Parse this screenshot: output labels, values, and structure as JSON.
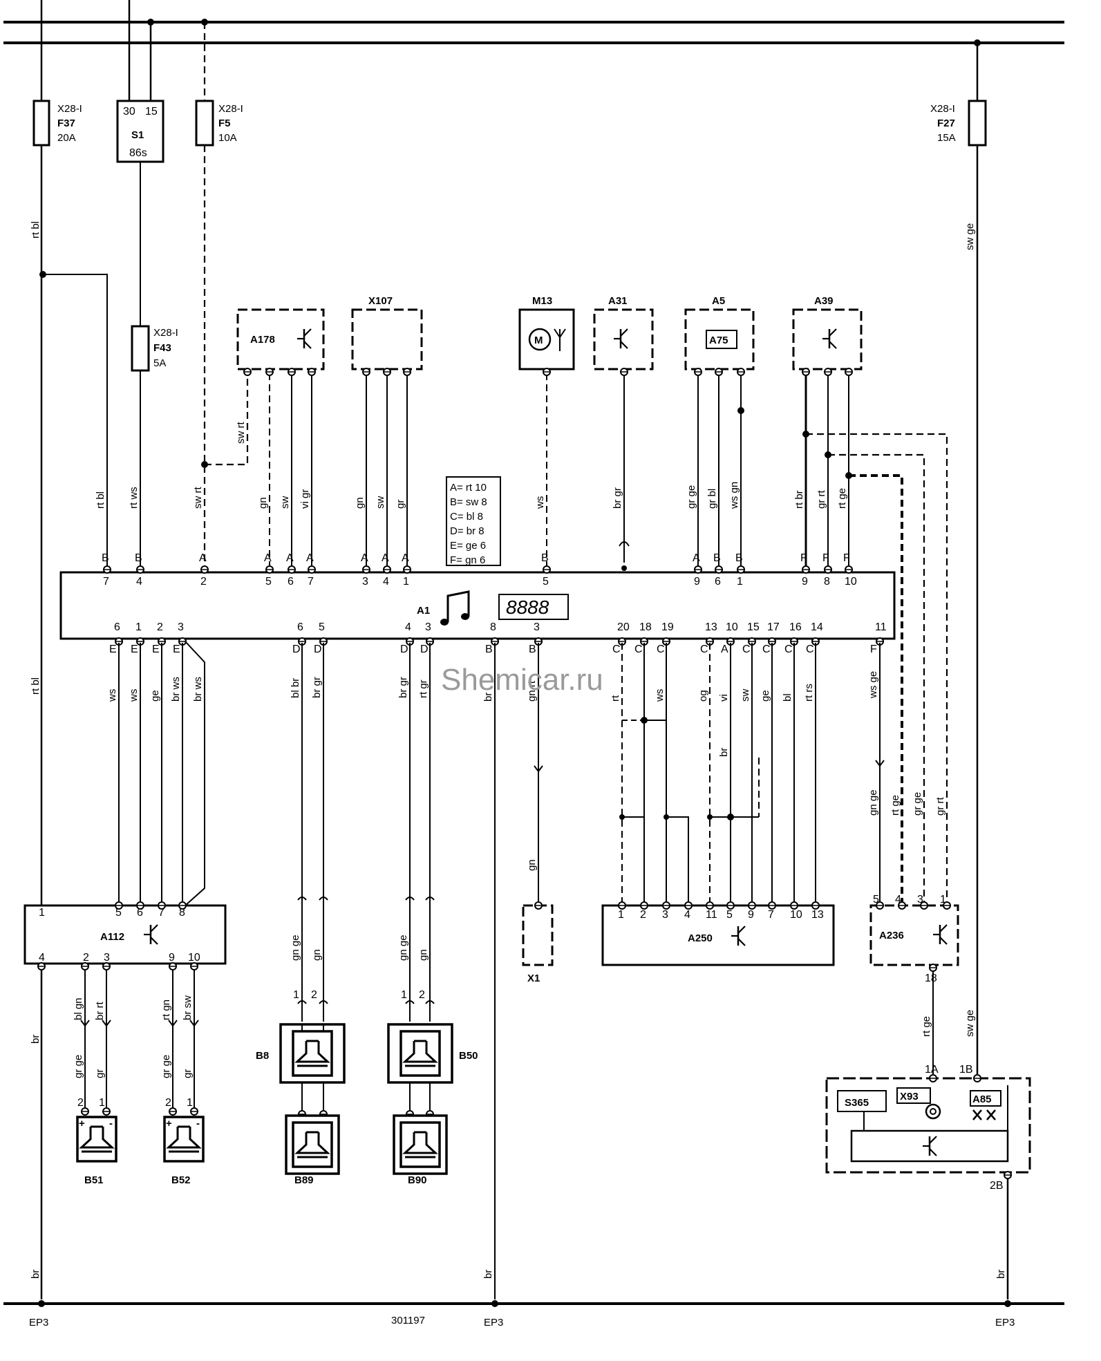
{
  "watermark": "Shemicar.ru",
  "drawing_number": "301197",
  "ground_label": "EP3",
  "fuses": {
    "f37": {
      "connector": "X28-I",
      "name": "F37",
      "rating": "20A"
    },
    "f5": {
      "connector": "X28-I",
      "name": "F5",
      "rating": "10A"
    },
    "f43": {
      "connector": "X28-I",
      "name": "F43",
      "rating": "5A"
    },
    "f27": {
      "connector": "X28-I",
      "name": "F27",
      "rating": "15A"
    }
  },
  "switch_s1": {
    "name": "S1",
    "pin_a": "30",
    "pin_b": "15",
    "pin_out": "86s"
  },
  "components": {
    "a1": "A1",
    "a178": "A178",
    "x107": "X107",
    "m13": "M13",
    "a31": "A31",
    "a5": "A5",
    "a75": "A75",
    "a39": "A39",
    "a112": "A112",
    "a250": "A250",
    "a236": "A236",
    "x1": "X1",
    "b8": "B8",
    "b50": "B50",
    "b51": "B51",
    "b52": "B52",
    "b89": "B89",
    "b90": "B90",
    "s365": "S365",
    "x93": "X93",
    "a85": "A85"
  },
  "a1_display": "8888",
  "connector_legend": [
    "A= rt 10",
    "B= sw 8",
    "C= bl 8",
    "D= br 8",
    "E= ge 6",
    "F= gn 6"
  ],
  "wire_labels": {
    "rt_bl": "rt bl",
    "rt_ws": "rt ws",
    "sw_rt": "sw rt",
    "sw_ge": "sw ge",
    "br": "br",
    "gn": "gn",
    "sw": "sw",
    "vi_gr": "vi gr",
    "gr": "gr",
    "ws": "ws",
    "br_gr": "br gr",
    "gr_ge": "gr ge",
    "gr_bl": "gr bl",
    "ws_gn": "ws gn",
    "rt_br": "rt br",
    "gr_rt": "gr rt",
    "rt_ge": "rt ge",
    "ge": "ge",
    "br_ws": "br ws",
    "bl_br": "bl br",
    "rt_gr": "rt gr",
    "gn_rt": "gn rt",
    "rt": "rt",
    "og": "og",
    "vi": "vi",
    "bl": "bl",
    "rt_rs": "rt rs",
    "ws_ge": "ws ge",
    "gn_ge": "gn ge",
    "bl_gn": "bl gn",
    "br_rt": "br rt",
    "rt_gn": "rt gn",
    "br_sw": "br sw"
  },
  "a1_pins_top": [
    {
      "letter": "B",
      "num": "7"
    },
    {
      "letter": "B",
      "num": "4"
    },
    {
      "letter": "A",
      "num": "2"
    },
    {
      "letter": "A",
      "num": "5"
    },
    {
      "letter": "A",
      "num": "6"
    },
    {
      "letter": "A",
      "num": "7"
    },
    {
      "letter": "A",
      "num": "3"
    },
    {
      "letter": "A",
      "num": "4"
    },
    {
      "letter": "A",
      "num": "1"
    },
    {
      "letter": "B",
      "num": "5"
    },
    {
      "letter": "A",
      "num": "9"
    },
    {
      "letter": "B",
      "num": "6"
    },
    {
      "letter": "B",
      "num": "1"
    },
    {
      "letter": "F",
      "num": "9"
    },
    {
      "letter": "F",
      "num": "8"
    },
    {
      "letter": "F",
      "num": "10"
    }
  ],
  "a1_pins_bottom": [
    {
      "letter": "E",
      "num": "6"
    },
    {
      "letter": "E",
      "num": "1"
    },
    {
      "letter": "E",
      "num": "2"
    },
    {
      "letter": "E",
      "num": "3"
    },
    {
      "letter": "D",
      "num": "6"
    },
    {
      "letter": "D",
      "num": "5"
    },
    {
      "letter": "D",
      "num": "4"
    },
    {
      "letter": "D",
      "num": "3"
    },
    {
      "letter": "B",
      "num": "8"
    },
    {
      "letter": "B",
      "num": "3"
    },
    {
      "letter": "C",
      "num": "20"
    },
    {
      "letter": "C",
      "num": "18"
    },
    {
      "letter": "C",
      "num": "19"
    },
    {
      "letter": "C",
      "num": "13"
    },
    {
      "letter": "A",
      "num": "10"
    },
    {
      "letter": "C",
      "num": "15"
    },
    {
      "letter": "C",
      "num": "17"
    },
    {
      "letter": "C",
      "num": "16"
    },
    {
      "letter": "C",
      "num": "14"
    },
    {
      "letter": "F",
      "num": "11"
    }
  ],
  "a112_pins_top": [
    "1",
    "5",
    "6",
    "7",
    "8"
  ],
  "a112_pins_bottom": [
    "4",
    "2",
    "3",
    "9",
    "10"
  ],
  "a250_pins": [
    "1",
    "2",
    "3",
    "4",
    "11",
    "5",
    "9",
    "7",
    "10",
    "13"
  ],
  "a236_pins_top": [
    "5",
    "4",
    "3",
    "1"
  ],
  "a236_pin_bottom": "18",
  "speaker_pins": [
    "2",
    "1"
  ],
  "tweeter_pins": [
    "1",
    "2"
  ],
  "module_pins": {
    "p1a": "1A",
    "p1b": "1B",
    "p2b": "2B"
  }
}
